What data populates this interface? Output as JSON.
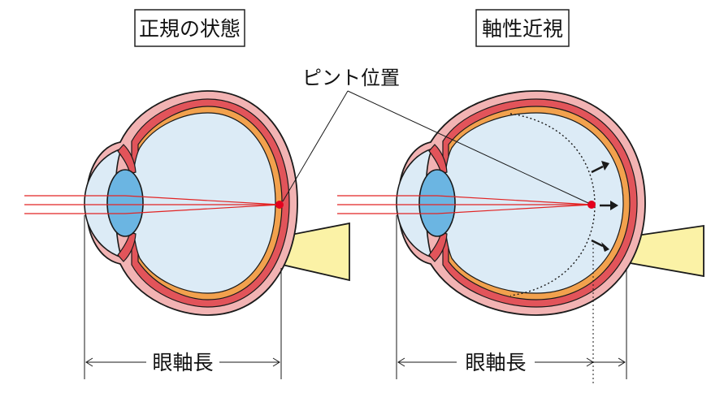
{
  "titles": {
    "normal": "正規の状態",
    "myopia": "軸性近視"
  },
  "labels": {
    "focus_position": "ピント位置",
    "axial_length_left": "眼軸長",
    "axial_length_right": "眼軸長"
  },
  "colors": {
    "sclera_outer": "#f2b3b3",
    "choroid": "#e2545a",
    "retina": "#f2a14d",
    "vitreous": "#dcebf6",
    "lens": "#6bb5e2",
    "optic_nerve": "#fbf2a6",
    "ray": "#e22424",
    "focus_dot": "#e4001e",
    "outline": "#1a1a1a"
  }
}
